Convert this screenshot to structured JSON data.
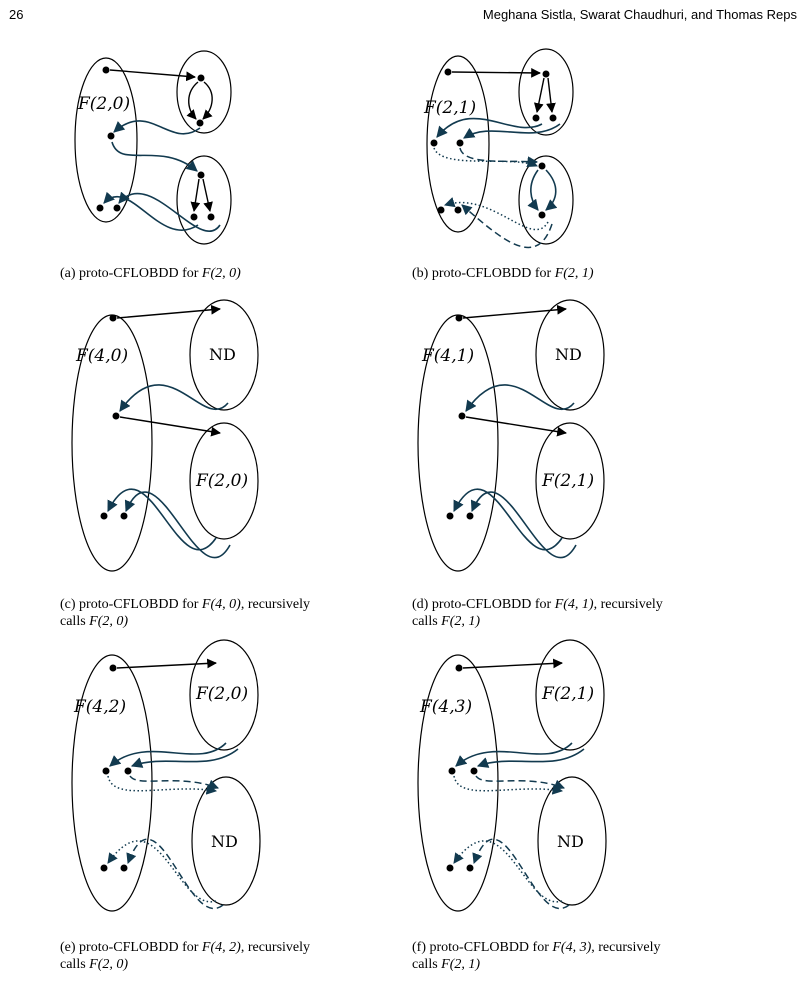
{
  "header": {
    "page_number": "26",
    "authors": "Meghana Sistla, Swarat Chaudhuri, and Thomas Reps"
  },
  "colors": {
    "solid_arrow": "#000000",
    "return_arrow": "#123a4f",
    "dashed_arrow": "#123a4f",
    "dotted_arrow": "#123a4f"
  },
  "panels": [
    {
      "id": "a",
      "outer_label": "F(2,0)",
      "caption_prefix": "(a) proto-CFLOBDD for ",
      "caption_math": "F(2, 0)",
      "caption_rest": "",
      "caption_line2_prefix": "",
      "caption_line2_math": ""
    },
    {
      "id": "b",
      "outer_label": "F(2,1)",
      "caption_prefix": "(b) proto-CFLOBDD for ",
      "caption_math": "F(2, 1)",
      "caption_rest": "",
      "caption_line2_prefix": "",
      "caption_line2_math": ""
    },
    {
      "id": "c",
      "outer_label": "F(4,0)",
      "top_label": "ND",
      "bottom_label": "F(2,0)",
      "caption_prefix": "(c) proto-CFLOBDD for ",
      "caption_math": "F(4, 0)",
      "caption_rest": ", recursively",
      "caption_line2_prefix": "calls ",
      "caption_line2_math": "F(2, 0)"
    },
    {
      "id": "d",
      "outer_label": "F(4,1)",
      "top_label": "ND",
      "bottom_label": "F(2,1)",
      "caption_prefix": "(d) proto-CFLOBDD for ",
      "caption_math": "F(4, 1)",
      "caption_rest": ", recursively",
      "caption_line2_prefix": "calls ",
      "caption_line2_math": "F(2, 1)"
    },
    {
      "id": "e",
      "outer_label": "F(4,2)",
      "top_label": "F(2,0)",
      "bottom_label": "ND",
      "caption_prefix": "(e) proto-CFLOBDD for ",
      "caption_math": "F(4, 2)",
      "caption_rest": ", recursively",
      "caption_line2_prefix": "calls ",
      "caption_line2_math": "F(2, 0)"
    },
    {
      "id": "f",
      "outer_label": "F(4,3)",
      "top_label": "F(2,1)",
      "bottom_label": "ND",
      "caption_prefix": "(f) proto-CFLOBDD for ",
      "caption_math": "F(4, 3)",
      "caption_rest": ", recursively",
      "caption_line2_prefix": "calls ",
      "caption_line2_math": "F(2, 1)"
    }
  ]
}
